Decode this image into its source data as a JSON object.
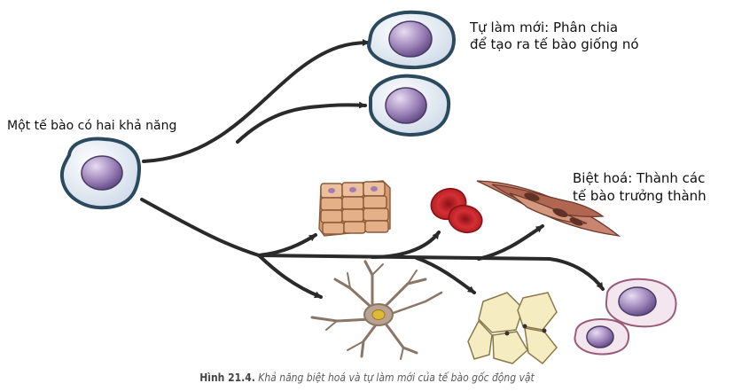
{
  "labels": {
    "stem_cell": "Một tế bào có hai khả năng",
    "self_renewal": "Tự làm mới: Phân chia\nđể tạo ra tế bào giống nó",
    "differentiation": "Biệt hoá: Thành các\ntế bào trưởng thành"
  },
  "caption": {
    "number": "Hình 21.4.",
    "text": " Khả năng biệt hoá và tự làm mới của tế bào gốc động vật"
  },
  "colors": {
    "cell_membrane": "#2c4a5e",
    "cytoplasm": "#e3ecf5",
    "nucleus": "#9c82b8",
    "arrow": "#2a2a2a",
    "red_blood_cell": "#c8262a",
    "epithelial": "#e4b088",
    "muscle": "#b06650",
    "fat": "#f6ecc2",
    "neuron": "#a08a78"
  }
}
